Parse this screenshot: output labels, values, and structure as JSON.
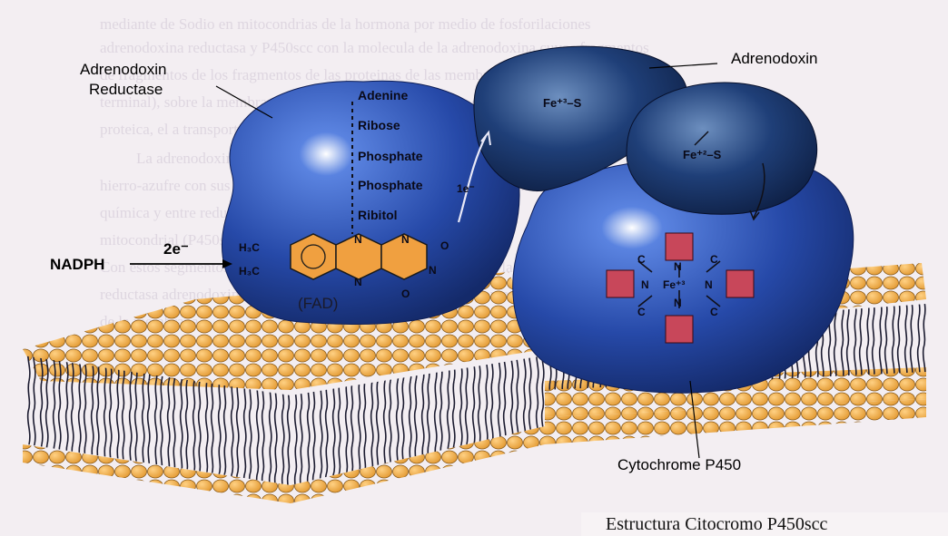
{
  "labels": {
    "reductase_line1": "Adrenodoxin",
    "reductase_line2": "Reductase",
    "adrenodoxin": "Adrenodoxin",
    "nadph": "NADPH",
    "two_e": "2e⁻",
    "one_e": "1e⁻",
    "p450": "Cytochrome P450",
    "fad": "(FAD)",
    "h3c": "H₃C",
    "n": "N",
    "o": "O",
    "c": "C",
    "fe3": "Fe⁺³–S",
    "fe2": "Fe⁺²–S",
    "fe_heme": "Fe⁺³"
  },
  "fad_chain": [
    "Adenine",
    "Ribose",
    "Phosphate",
    "Phosphate",
    "Ribitol"
  ],
  "caption": "Estructura Citocromo P450scc",
  "colors": {
    "protein_blue": "#2649a8",
    "adrenodoxin_dark": "#1f3f78",
    "lipid_head": "#f0a040",
    "heme_red": "#c8475a",
    "background": "#f3eef2"
  }
}
